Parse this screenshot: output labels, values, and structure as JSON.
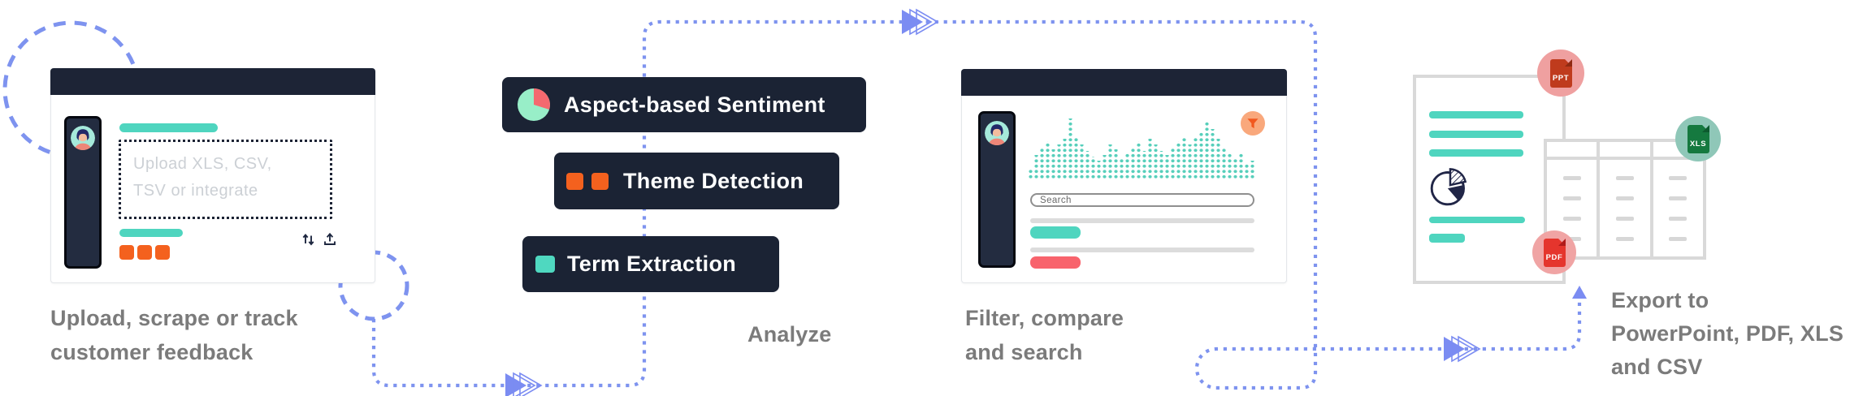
{
  "palette": {
    "navy": "#1d2436",
    "teal": "#4fd5bf",
    "mint": "#98eec8",
    "orange": "#f4611e",
    "salmon": "#f8636c",
    "connector_blue": "#7e93ef",
    "arrow_blue": "#7b8cf2",
    "caption_gray": "#7b7b7b",
    "light_gray": "#dcdcdc",
    "border_gray": "#d9d9d9",
    "ppt_red": "#bf3b1d",
    "pdf_red": "#e5352d",
    "xls_green": "#15793f"
  },
  "step1_upload": {
    "dropzone_placeholder_line1": "Upload XLS, CSV,",
    "dropzone_placeholder_line2": "TSV or integrate",
    "caption_line1": "Upload, scrape or track",
    "caption_line2": "customer feedback"
  },
  "step2_analyze": {
    "badges": [
      {
        "label": "Aspect-based Sentiment"
      },
      {
        "label": "Theme Detection"
      },
      {
        "label": "Term Extraction"
      }
    ],
    "caption": "Analyze"
  },
  "step3_explore": {
    "search_placeholder": "Search",
    "caption_line1": "Filter, compare",
    "caption_line2": "and search",
    "histogram": [
      13,
      30,
      40,
      47,
      37,
      43,
      50,
      75,
      53,
      43,
      35,
      28,
      23,
      30,
      43,
      37,
      27,
      32,
      40,
      47,
      35,
      50,
      43,
      35,
      30,
      40,
      47,
      52,
      43,
      53,
      58,
      72,
      62,
      50,
      40,
      33,
      27,
      32,
      20,
      23
    ]
  },
  "step4_export": {
    "file_badges": [
      {
        "label": "PPT"
      },
      {
        "label": "XLS"
      },
      {
        "label": "PDF"
      }
    ],
    "table": {
      "columns": 3,
      "rows": 4
    },
    "caption_line1": "Export to",
    "caption_line2": "PowerPoint, PDF, XLS",
    "caption_line3": "and CSV"
  }
}
